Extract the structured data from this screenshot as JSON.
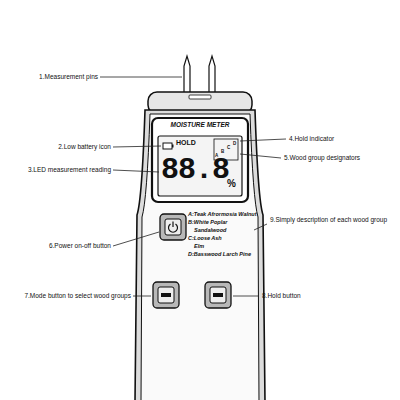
{
  "diagram": {
    "labels": [
      "1.Measurement pins",
      "2.Low battery icon",
      "3.LED measurement reading",
      "4.Hold indicator",
      "5.Wood group designators",
      "6.Power on-off button",
      "7.Mode button to select wood groups",
      "8.Hold button",
      "9.Simply description of each wood group",
      "MOISTURE METER",
      "HOLD",
      "88.8",
      "%",
      "A",
      "B",
      "C",
      "D",
      "A:Teak Afrormosia Walnut",
      "B:White Poplar",
      "Sandalwood",
      "C:Loose Ash",
      "Elm",
      "D:Basswood Larch Pine"
    ]
  }
}
